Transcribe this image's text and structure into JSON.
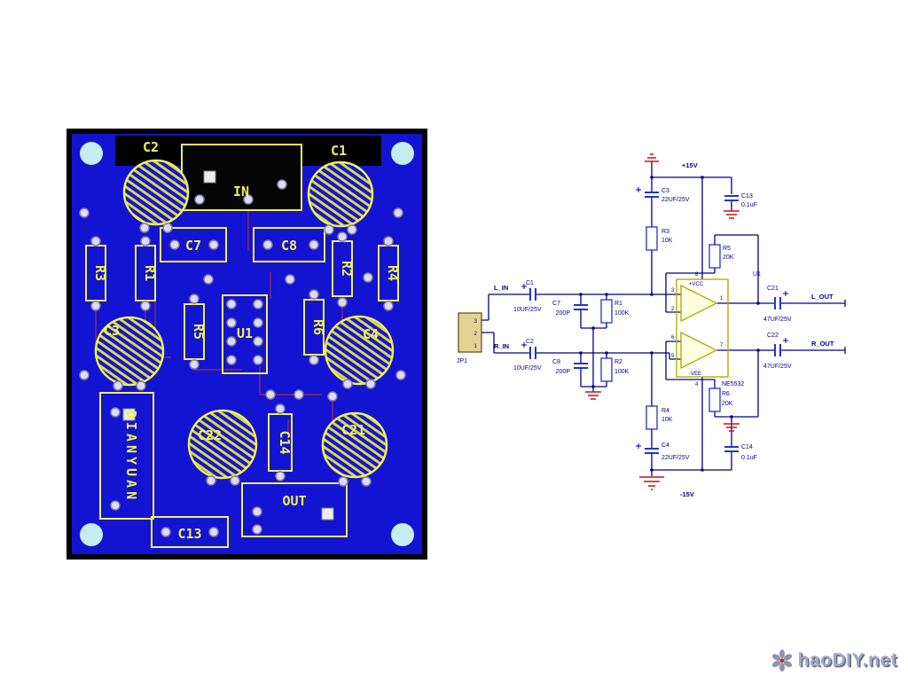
{
  "colors": {
    "pcb_blue": "#1313d2",
    "silk_yellow": "#f2f24e",
    "wire_navy": "#00008b",
    "symbol_red": "#cc1111",
    "board_black": "#000000"
  },
  "pcb": {
    "labels": {
      "c2": "C2",
      "c1": "C1",
      "in_label": "IN",
      "c7": "C7",
      "c8": "C8",
      "r3": "R3",
      "r1": "R1",
      "r2": "R2",
      "r4": "R4",
      "c3": "C3",
      "r5": "R5",
      "u1": "U1",
      "r6": "R6",
      "c4": "C4",
      "dianyuan": "DIANYUAN",
      "c22": "C22",
      "c14": "C14",
      "c21": "C21",
      "out_label": "OUT",
      "c13": "C13"
    }
  },
  "schematic": {
    "power": {
      "pos": "+15V",
      "neg": "-15V"
    },
    "connector": {
      "ref": "JP1",
      "pins": [
        "3",
        "2",
        "1"
      ]
    },
    "nets": {
      "l_in": "L_IN",
      "r_in": "R_IN",
      "l_out": "L_OUT",
      "r_out": "R_OUT"
    },
    "ic": {
      "ref": "U1",
      "part": "NE5532",
      "vcc": "+VCC",
      "vee": "-VEE",
      "pins": {
        "p1": "1",
        "p2": "2",
        "p3": "3",
        "p4": "4",
        "p5": "5",
        "p6": "6",
        "p7": "7",
        "p8": "8"
      }
    },
    "components": {
      "c1": {
        "ref": "C1",
        "value": "10UF/25V"
      },
      "c2": {
        "ref": "C2",
        "value": "10UF/25V"
      },
      "c3": {
        "ref": "C3",
        "value": "22UF/25V"
      },
      "c4": {
        "ref": "C4",
        "value": "22UF/25V"
      },
      "c7": {
        "ref": "C7",
        "value": "200P"
      },
      "c8": {
        "ref": "C8",
        "value": "200P"
      },
      "c13": {
        "ref": "C13",
        "value": "0.1uF"
      },
      "c14": {
        "ref": "C14",
        "value": "0.1uF"
      },
      "c21": {
        "ref": "C21",
        "value": "47UF/25V"
      },
      "c22": {
        "ref": "C22",
        "value": "47UF/25V"
      },
      "r1": {
        "ref": "R1",
        "value": "100K"
      },
      "r2": {
        "ref": "R2",
        "value": "100K"
      },
      "r3": {
        "ref": "R3",
        "value": "10K"
      },
      "r4": {
        "ref": "R4",
        "value": "10K"
      },
      "r5": {
        "ref": "R5",
        "value": "20K"
      },
      "r6": {
        "ref": "R6",
        "value": "20K"
      }
    }
  },
  "watermark": {
    "text": "haoDIY.net"
  }
}
